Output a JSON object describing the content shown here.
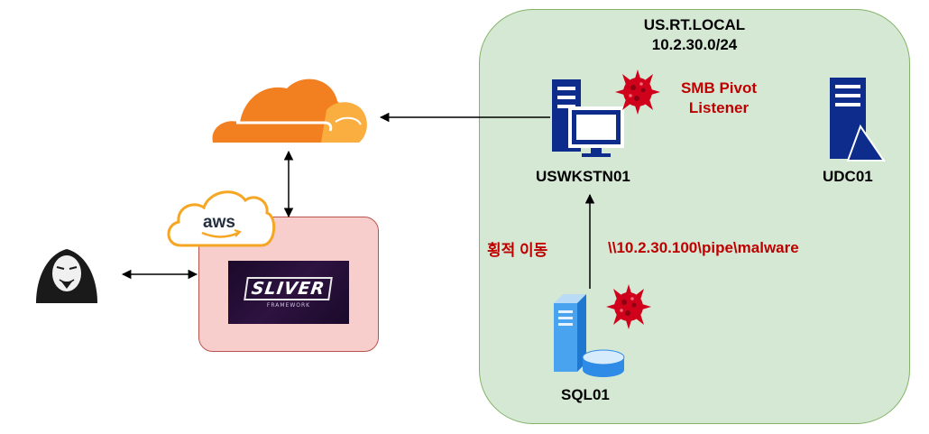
{
  "network": {
    "domain": "US.RT.LOCAL",
    "subnet": "10.2.30.0/24"
  },
  "nodes": {
    "workstation": "USWKSTN01",
    "domain_controller": "UDC01",
    "sql_server": "SQL01"
  },
  "annotations": {
    "smb_listener_line1": "SMB Pivot",
    "smb_listener_line2": "Listener",
    "lateral_movement": "횡적 이동",
    "pipe_path": "\\\\10.2.30.100\\pipe\\malware"
  },
  "c2": {
    "cloud_label": "aws",
    "framework_name": "SLIVER",
    "framework_sub": "FRAMEWORK"
  },
  "icons": [
    "cloudflare-icon",
    "aws-icon",
    "sliver-logo",
    "hacker-icon",
    "workstation-icon",
    "server-icon",
    "database-server-icon",
    "malware-icon"
  ],
  "colors": {
    "network_zone_fill": "#d5e8d4",
    "network_zone_border": "#82b366",
    "c2_box_fill": "#f8cecc",
    "c2_box_border": "#b85450",
    "highlight_text": "#c00000",
    "server_blue": "#0d2c8c",
    "cloudflare_orange": "#f38020",
    "malware_red": "#d0021b"
  }
}
